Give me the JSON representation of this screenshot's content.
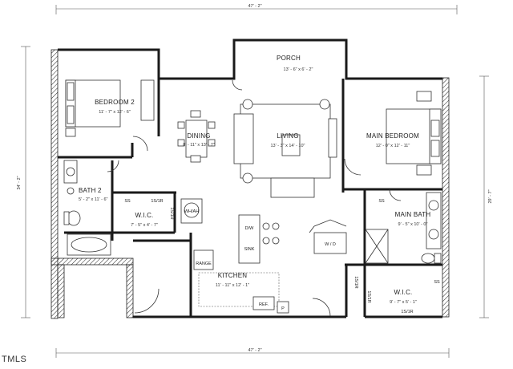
{
  "dimensions": {
    "top": "47' - 2\"",
    "bottom": "47' - 2\"",
    "left": "34' - 2\"",
    "right": "29' - 7\""
  },
  "rooms": {
    "porch": {
      "name": "PORCH",
      "size": "13' - 6\" x 6' - 2\""
    },
    "bedroom2": {
      "name": "BEDROOM 2",
      "size": "11' - 7\" x 12' - 6\""
    },
    "dining": {
      "name": "DINING",
      "size": "8' - 11\" x 13' - 7\""
    },
    "living": {
      "name": "LIVING",
      "size": "13' - 3\" x 14' - 10\""
    },
    "main_bedroom": {
      "name": "MAIN BEDROOM",
      "size": "12' - 0\" x 12' - 11\""
    },
    "bath2": {
      "name": "BATH 2",
      "size": "5' - 2\" x 11' - 6\""
    },
    "wic1": {
      "name": "W.I.C.",
      "size": "7' - 5\" x 4' - 7\""
    },
    "main_bath": {
      "name": "MAIN BATH",
      "size": "9' - 5\" x 10' - 0\""
    },
    "kitchen": {
      "name": "KITCHEN",
      "size": "11' - 11\" x 12' - 1\""
    },
    "wic2": {
      "name": "W.I.C.",
      "size": "9' - 7\" x 5' - 1\""
    }
  },
  "fixtures": {
    "wh_ah": "WH/AH",
    "dw": "D/W",
    "sink": "SINK",
    "range": "RANGE",
    "ref": "REF.",
    "p": "P",
    "wd": "W / D",
    "ss1": "SS",
    "sr1": "1S/1R",
    "sr_v1": "1S/1R",
    "ss_mb": "SS",
    "sr_v2": "1S/1R",
    "ss_wic2": "SS",
    "sr_v3": "1S/1R",
    "sr_bottom": "1S/1R"
  },
  "watermark": "TMLS"
}
